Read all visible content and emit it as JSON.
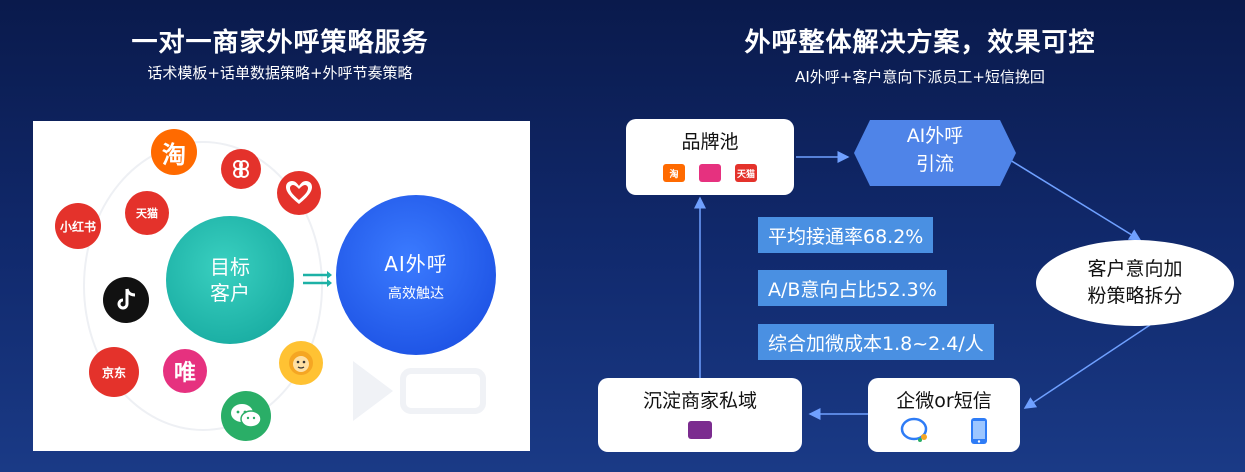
{
  "left": {
    "title": "一对一商家外呼策略服务",
    "subtitle": "话术模板+话单数据策略+外呼节奏策略",
    "target": {
      "line1": "目标",
      "line2": "客户"
    },
    "ai": {
      "line1": "AI外呼",
      "line2": "高效触达"
    },
    "apps": {
      "taobao": "淘",
      "tmall": "天猫",
      "xiaohongshu": "小红书",
      "jd": "京东",
      "vip": "唯"
    }
  },
  "right": {
    "title": "外呼整体解决方案，效果可控",
    "subtitle": "AI外呼+客户意向下派员工+短信挽回",
    "brand_pool": "品牌池",
    "ai_hex": {
      "line1": "AI外呼",
      "line2": "引流"
    },
    "intent": {
      "line1": "客户意向加",
      "line2": "粉策略拆分"
    },
    "wecom": "企微or短信",
    "private": "沉淀商家私域",
    "stats": [
      "平均接通率68.2%",
      "A/B意向占比52.3%",
      "综合加微成本1.8~2.4/人"
    ],
    "mini_icons": {
      "taobao": "淘",
      "tmall": "天猫"
    }
  },
  "colors": {
    "bg_top": "#0a1a4c",
    "bg_bottom": "#1a3a86",
    "teal": "#1db1a6",
    "blue": "#1f55e6",
    "stat_blue": "#4a90e2",
    "hex_blue": "#4f84e8",
    "taobao": "#ff6a00",
    "red": "#e4322b",
    "tiktok": "#111111",
    "vip": "#e6317f",
    "wechat": "#2aae67"
  }
}
